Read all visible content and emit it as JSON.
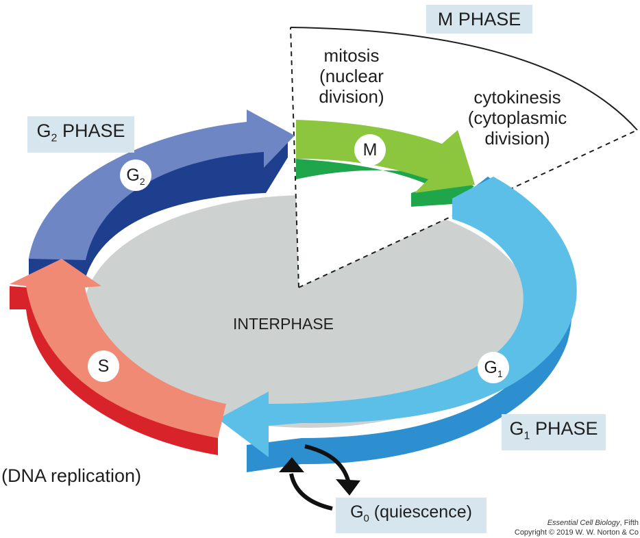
{
  "labels": {
    "m_phase": "M PHASE",
    "g2_phase_main": "G",
    "g2_phase_sub": "2",
    "g2_phase_rest": " PHASE",
    "g1_phase_main": "G",
    "g1_phase_sub": "1",
    "g1_phase_rest": " PHASE",
    "mitosis_line1": "mitosis",
    "mitosis_line2": "(nuclear",
    "mitosis_line3": "division)",
    "cytokinesis_line1": "cytokinesis",
    "cytokinesis_line2": "(cytoplasmic",
    "cytokinesis_line3": "division)",
    "interphase": "INTERPHASE",
    "dna_replication": "(DNA replication)",
    "g0_main": "G",
    "g0_sub": "0",
    "g0_rest": " (quiescence)"
  },
  "badges": {
    "m": "M",
    "s": "S",
    "g2_main": "G",
    "g2_sub": "2",
    "g1_main": "G",
    "g1_sub": "1"
  },
  "copyright": {
    "line1_title": "Essential Cell Biology",
    "line1_rest": ", Fifth",
    "line2": "Copyright © 2019 W. W. Norton & Co"
  },
  "colors": {
    "g1": "#5bbfe8",
    "g1_dark": "#2d8fd0",
    "m": "#8cc63f",
    "m_dark": "#1fa54a",
    "g2": "#6f86c5",
    "g2_dark": "#1e3f8e",
    "s": "#f18a75",
    "s_dark": "#d8232a",
    "interphase_fill": "#cdd2d1",
    "label_box": "#d7e6ee"
  }
}
